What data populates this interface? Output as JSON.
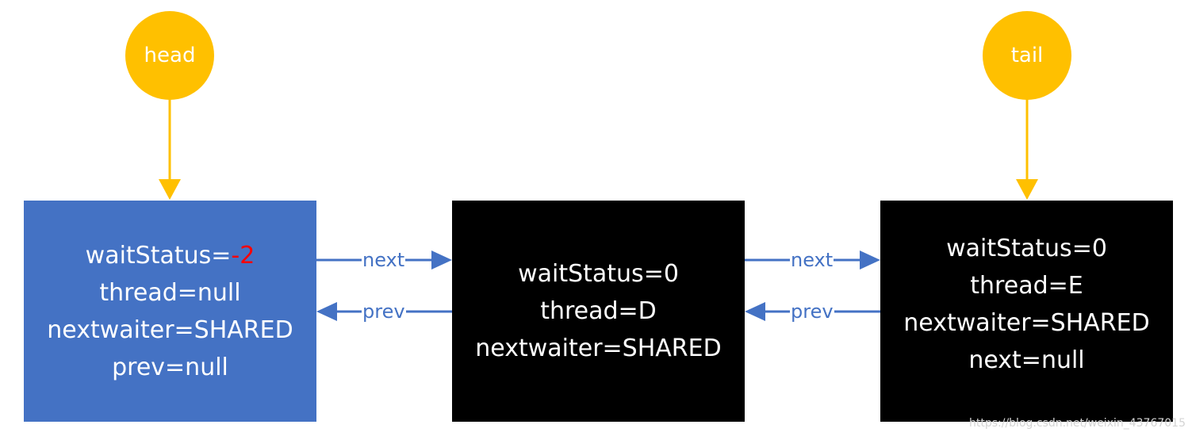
{
  "colors": {
    "pointer": "#FFC000",
    "head_node": "#4472C4",
    "other_node": "#000000",
    "link": "#4472C4",
    "highlight": "#FF0000"
  },
  "pointers": {
    "head": "head",
    "tail": "tail"
  },
  "nodes": [
    {
      "wait_label": "waitStatus=",
      "wait_value": "-2",
      "thread": "thread=null",
      "nextwaiter": "nextwaiter=SHARED",
      "extra": "prev=null"
    },
    {
      "wait_label": "waitStatus=",
      "wait_value": "0",
      "thread": "thread=D",
      "nextwaiter": "nextwaiter=SHARED"
    },
    {
      "wait_label": "waitStatus=",
      "wait_value": "0",
      "thread": "thread=E",
      "nextwaiter": "nextwaiter=SHARED",
      "extra": "next=null"
    }
  ],
  "links": [
    {
      "next": "next",
      "prev": "prev"
    },
    {
      "next": "next",
      "prev": "prev"
    }
  ],
  "watermark": "https://blog.csdn.net/weixin_43767015"
}
